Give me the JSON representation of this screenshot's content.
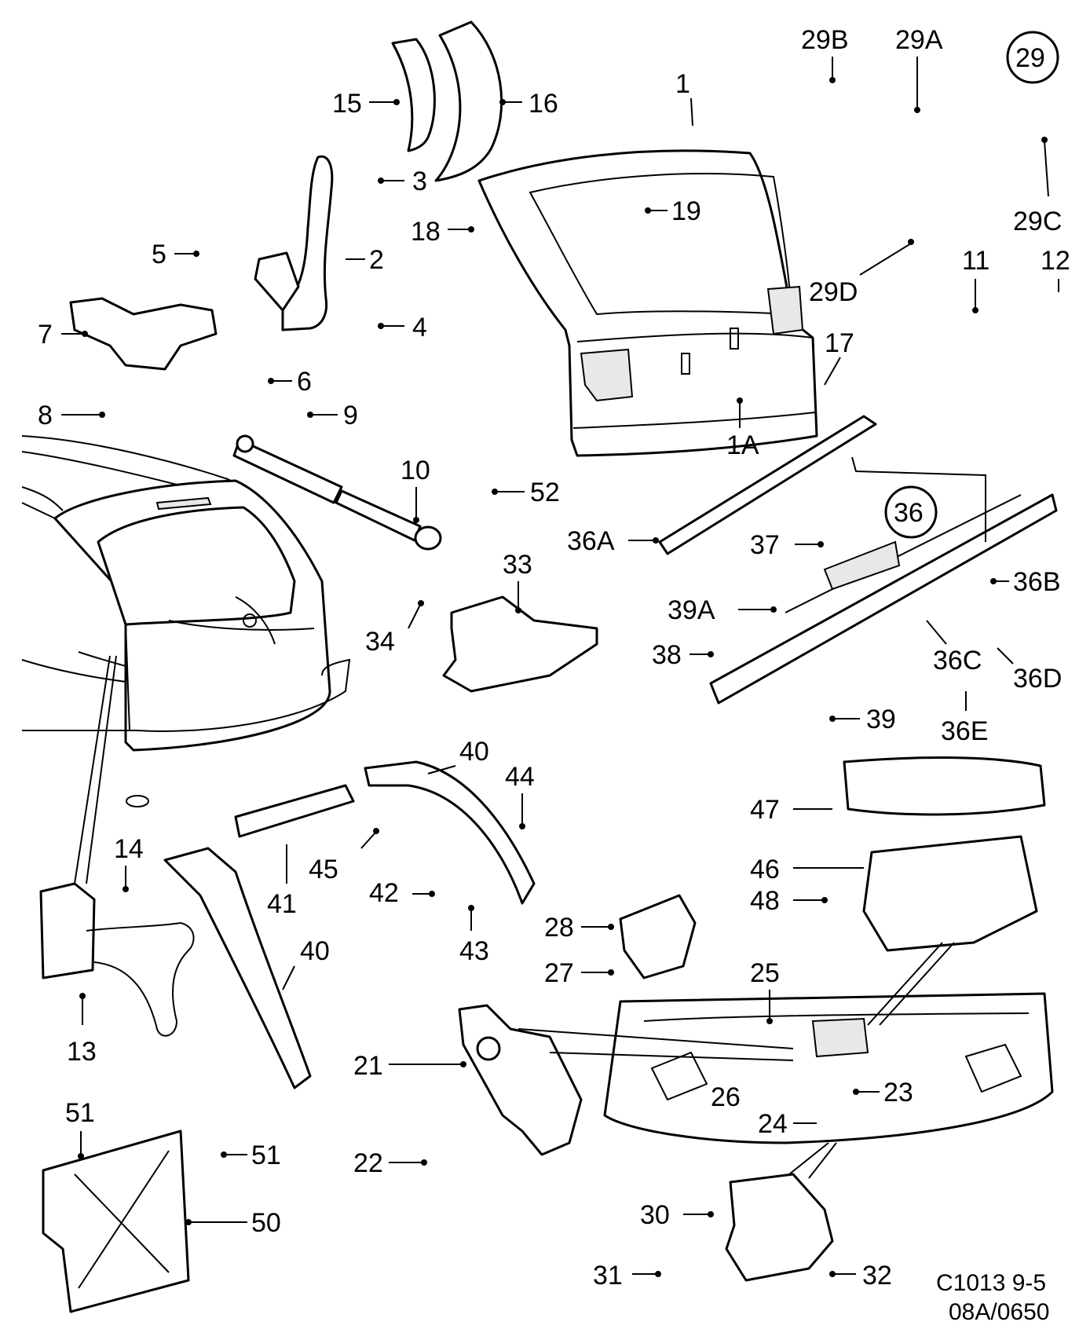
{
  "diagram": {
    "drawing_code": "C1013  9-5",
    "drawing_number": "08A/0650",
    "circled_groups": [
      "29",
      "36"
    ],
    "callouts": [
      "1",
      "1A",
      "2",
      "3",
      "4",
      "5",
      "6",
      "7",
      "8",
      "9",
      "10",
      "11",
      "12",
      "13",
      "14",
      "15",
      "16",
      "17",
      "18",
      "19",
      "21",
      "22",
      "23",
      "24",
      "25",
      "26",
      "27",
      "28",
      "29A",
      "29B",
      "29C",
      "29D",
      "30",
      "31",
      "32",
      "33",
      "34",
      "36A",
      "36B",
      "36C",
      "36D",
      "36E",
      "37",
      "38",
      "39",
      "39A",
      "40",
      "40",
      "41",
      "42",
      "43",
      "44",
      "45",
      "46",
      "47",
      "48",
      "50",
      "51",
      "51",
      "52"
    ]
  }
}
